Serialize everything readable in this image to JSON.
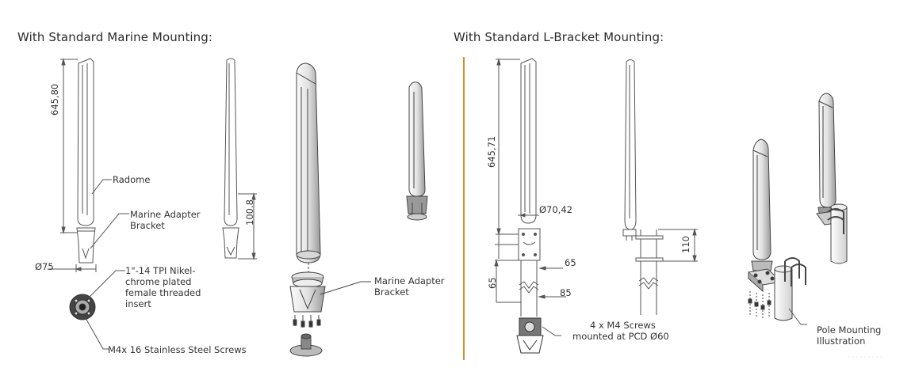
{
  "headings": {
    "left": "With Standard Marine Mounting:",
    "right": "With Standard L-Bracket Mounting:"
  },
  "marine": {
    "height_dim": "645,80",
    "radome_label": "Radome",
    "adapter_label": [
      "Marine Adapter",
      "Bracket"
    ],
    "diameter_dim": "Ø75",
    "side_height_dim": "100.8",
    "insert_label": [
      "1\"-14 TPI Nikel-",
      "chrome plated",
      "female threaded",
      "insert"
    ],
    "screws_label": "M4x 16 Stainless Steel Screws",
    "exploded_adapter_label": [
      "Marine Adapter",
      "Bracket"
    ]
  },
  "lbracket": {
    "height_dim": "645,71",
    "diameter_dim": "Ø70,42",
    "dim_65_a": "65",
    "dim_65_b": "65",
    "dim_85": "85",
    "dim_110": "110",
    "screws_label": [
      "4 x M4 Screws",
      "mounted at PCD Ø60"
    ],
    "pole_label": [
      "Pole Mounting",
      "Illustration"
    ]
  },
  "colors": {
    "divider": "#d98c2b",
    "line": "#555555",
    "text": "#333333"
  }
}
